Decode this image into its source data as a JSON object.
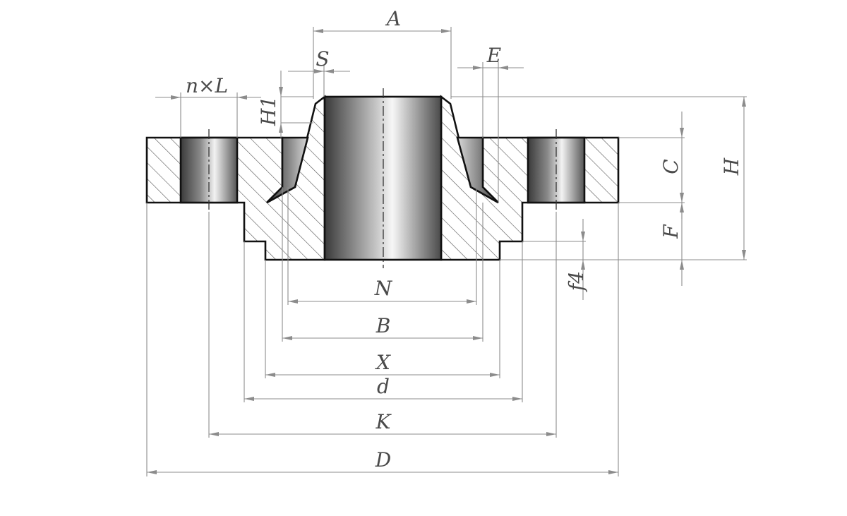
{
  "diagram": {
    "subject": "weld neck flange section",
    "colors": {
      "outline": "#111111",
      "dimension": "#8c8c8c",
      "text": "#4a4a4a",
      "hatch": "#555555",
      "bore_dark": "#3c3c3c",
      "bore_light": "#f4f4f4"
    },
    "labels": {
      "A": "A",
      "S": "S",
      "E": "E",
      "nL": "n×L",
      "H1": "H1",
      "C": "C",
      "H": "H",
      "F": "F",
      "f4": "f4",
      "N": "N",
      "B": "B",
      "X": "X",
      "d": "d",
      "K": "K",
      "D": "D"
    }
  }
}
